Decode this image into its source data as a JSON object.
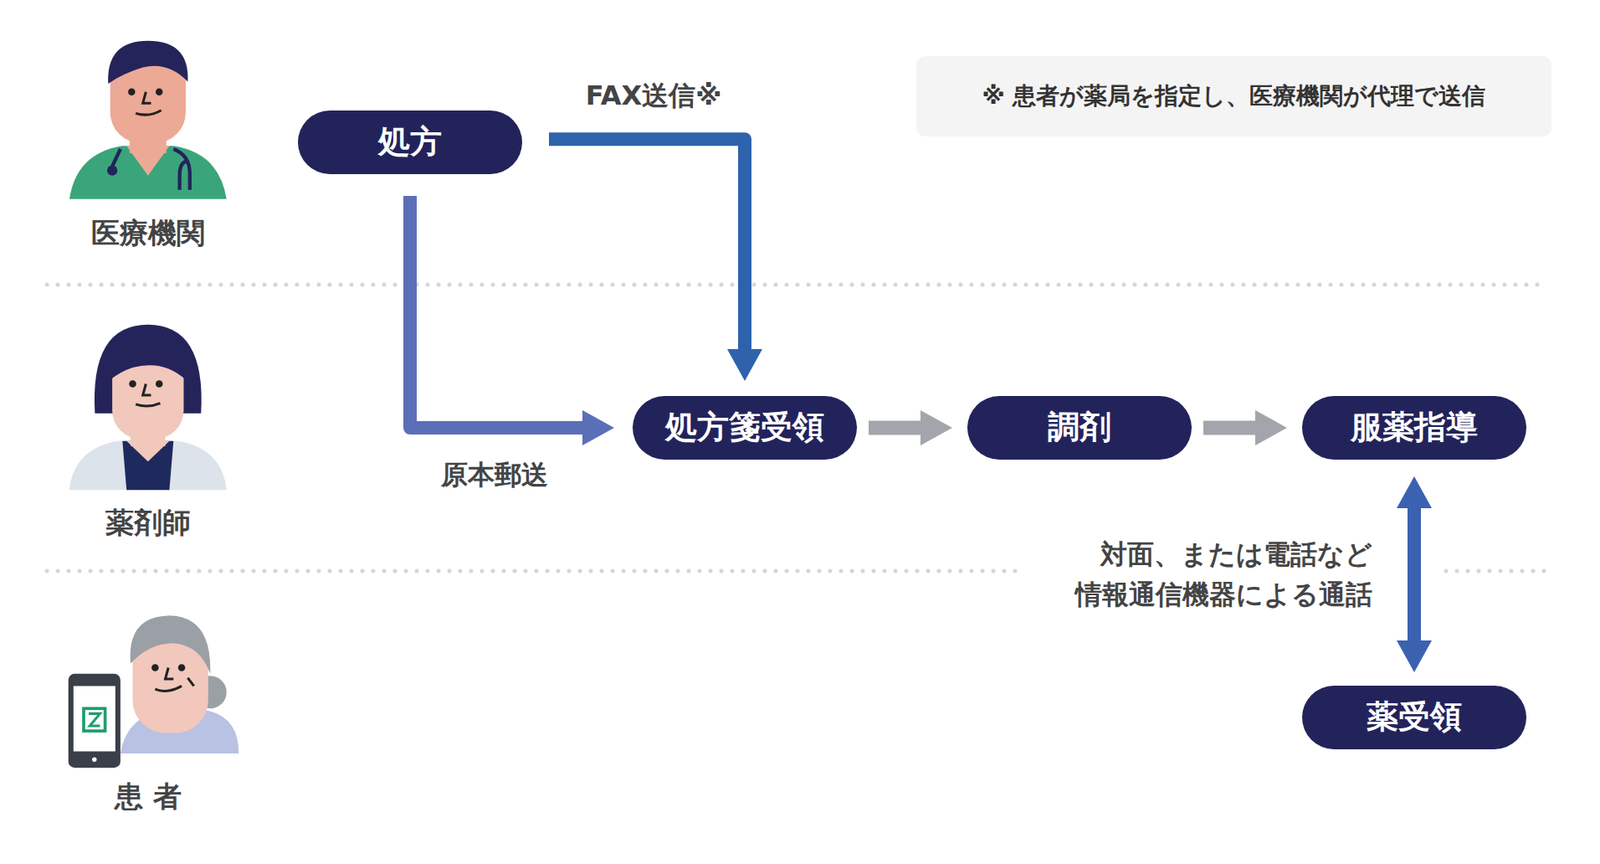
{
  "diagram": {
    "nodes": [
      {
        "text": [
          "処方"
        ]
      },
      {
        "text": [
          "※ 患者が薬局を指定し、医療機関が代理で送信"
        ]
      },
      {
        "text": [
          "処方箋受領"
        ]
      },
      {
        "text": [
          "調剤"
        ]
      },
      {
        "text": [
          "服薬指導"
        ]
      },
      {
        "text": [
          "薬受領"
        ]
      }
    ],
    "edges": [
      {
        "from": 0,
        "to": 2,
        "arrow": "to",
        "label": "FAX送信※"
      },
      {
        "from": 0,
        "to": 2,
        "arrow": "to",
        "label": "原本郵送"
      },
      {
        "from": 2,
        "to": 3,
        "arrow": "to"
      },
      {
        "from": 3,
        "to": 4,
        "arrow": "to"
      },
      {
        "from": 4,
        "to": 5,
        "arrow": "both",
        "label": "対面、または電話など 情報通信機器による通話"
      }
    ],
    "labels": [
      "医療機関",
      "薬剤師",
      "患 者"
    ]
  }
}
